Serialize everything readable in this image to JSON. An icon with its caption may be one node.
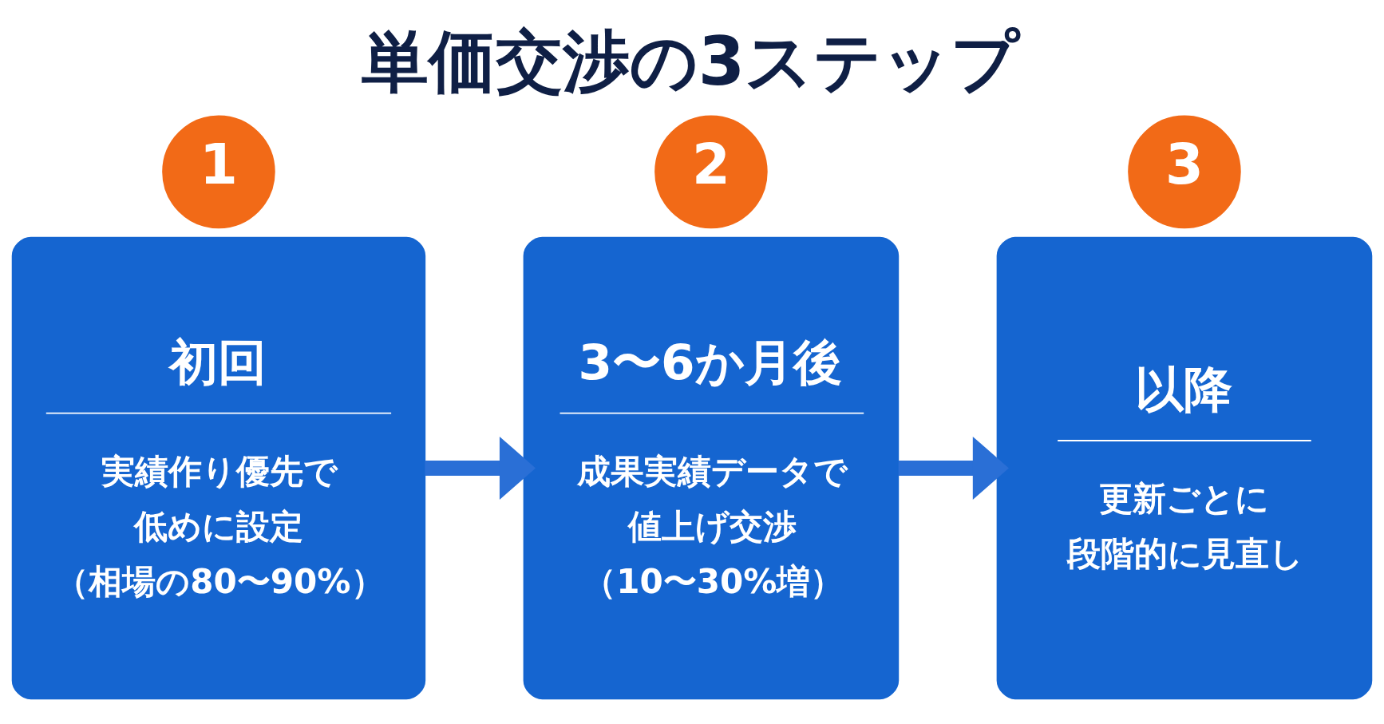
{
  "diagram": {
    "title": "単価交渉の3ステップ",
    "nodes": [
      {
        "text": [
          "1"
        ]
      },
      {
        "text": [
          "初回",
          "実績作り優先で低めに設定（相場の80〜90%）"
        ]
      },
      {
        "text": [
          "2"
        ]
      },
      {
        "text": [
          "3〜6か月後",
          "成果実績データで値上げ交渉（10〜30%増）"
        ]
      },
      {
        "text": [
          "3"
        ]
      },
      {
        "text": [
          "以降",
          "更新ごとに段階的に見直し"
        ]
      }
    ],
    "edges": [
      {
        "from": 1,
        "to": 3,
        "arrow": "to"
      },
      {
        "from": 3,
        "to": 5,
        "arrow": "to"
      }
    ]
  }
}
